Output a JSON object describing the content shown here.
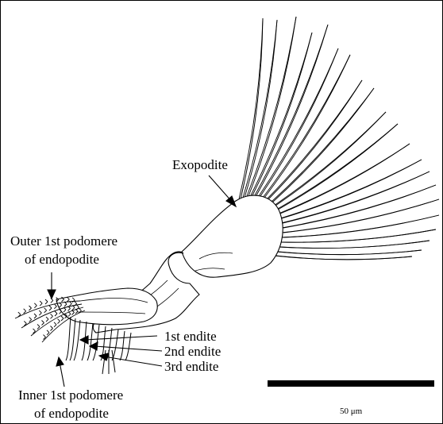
{
  "labels": {
    "exopodite": "Exopodite",
    "outer_line1": "Outer 1st podomere",
    "outer_line2": "of endopodite",
    "endite1": "1st endite",
    "endite2": "2nd endite",
    "endite3": "3rd endite",
    "inner_line1": "Inner 1st podomere",
    "inner_line2": "of endopodite"
  },
  "scale_bar": {
    "label": "50 μm"
  }
}
